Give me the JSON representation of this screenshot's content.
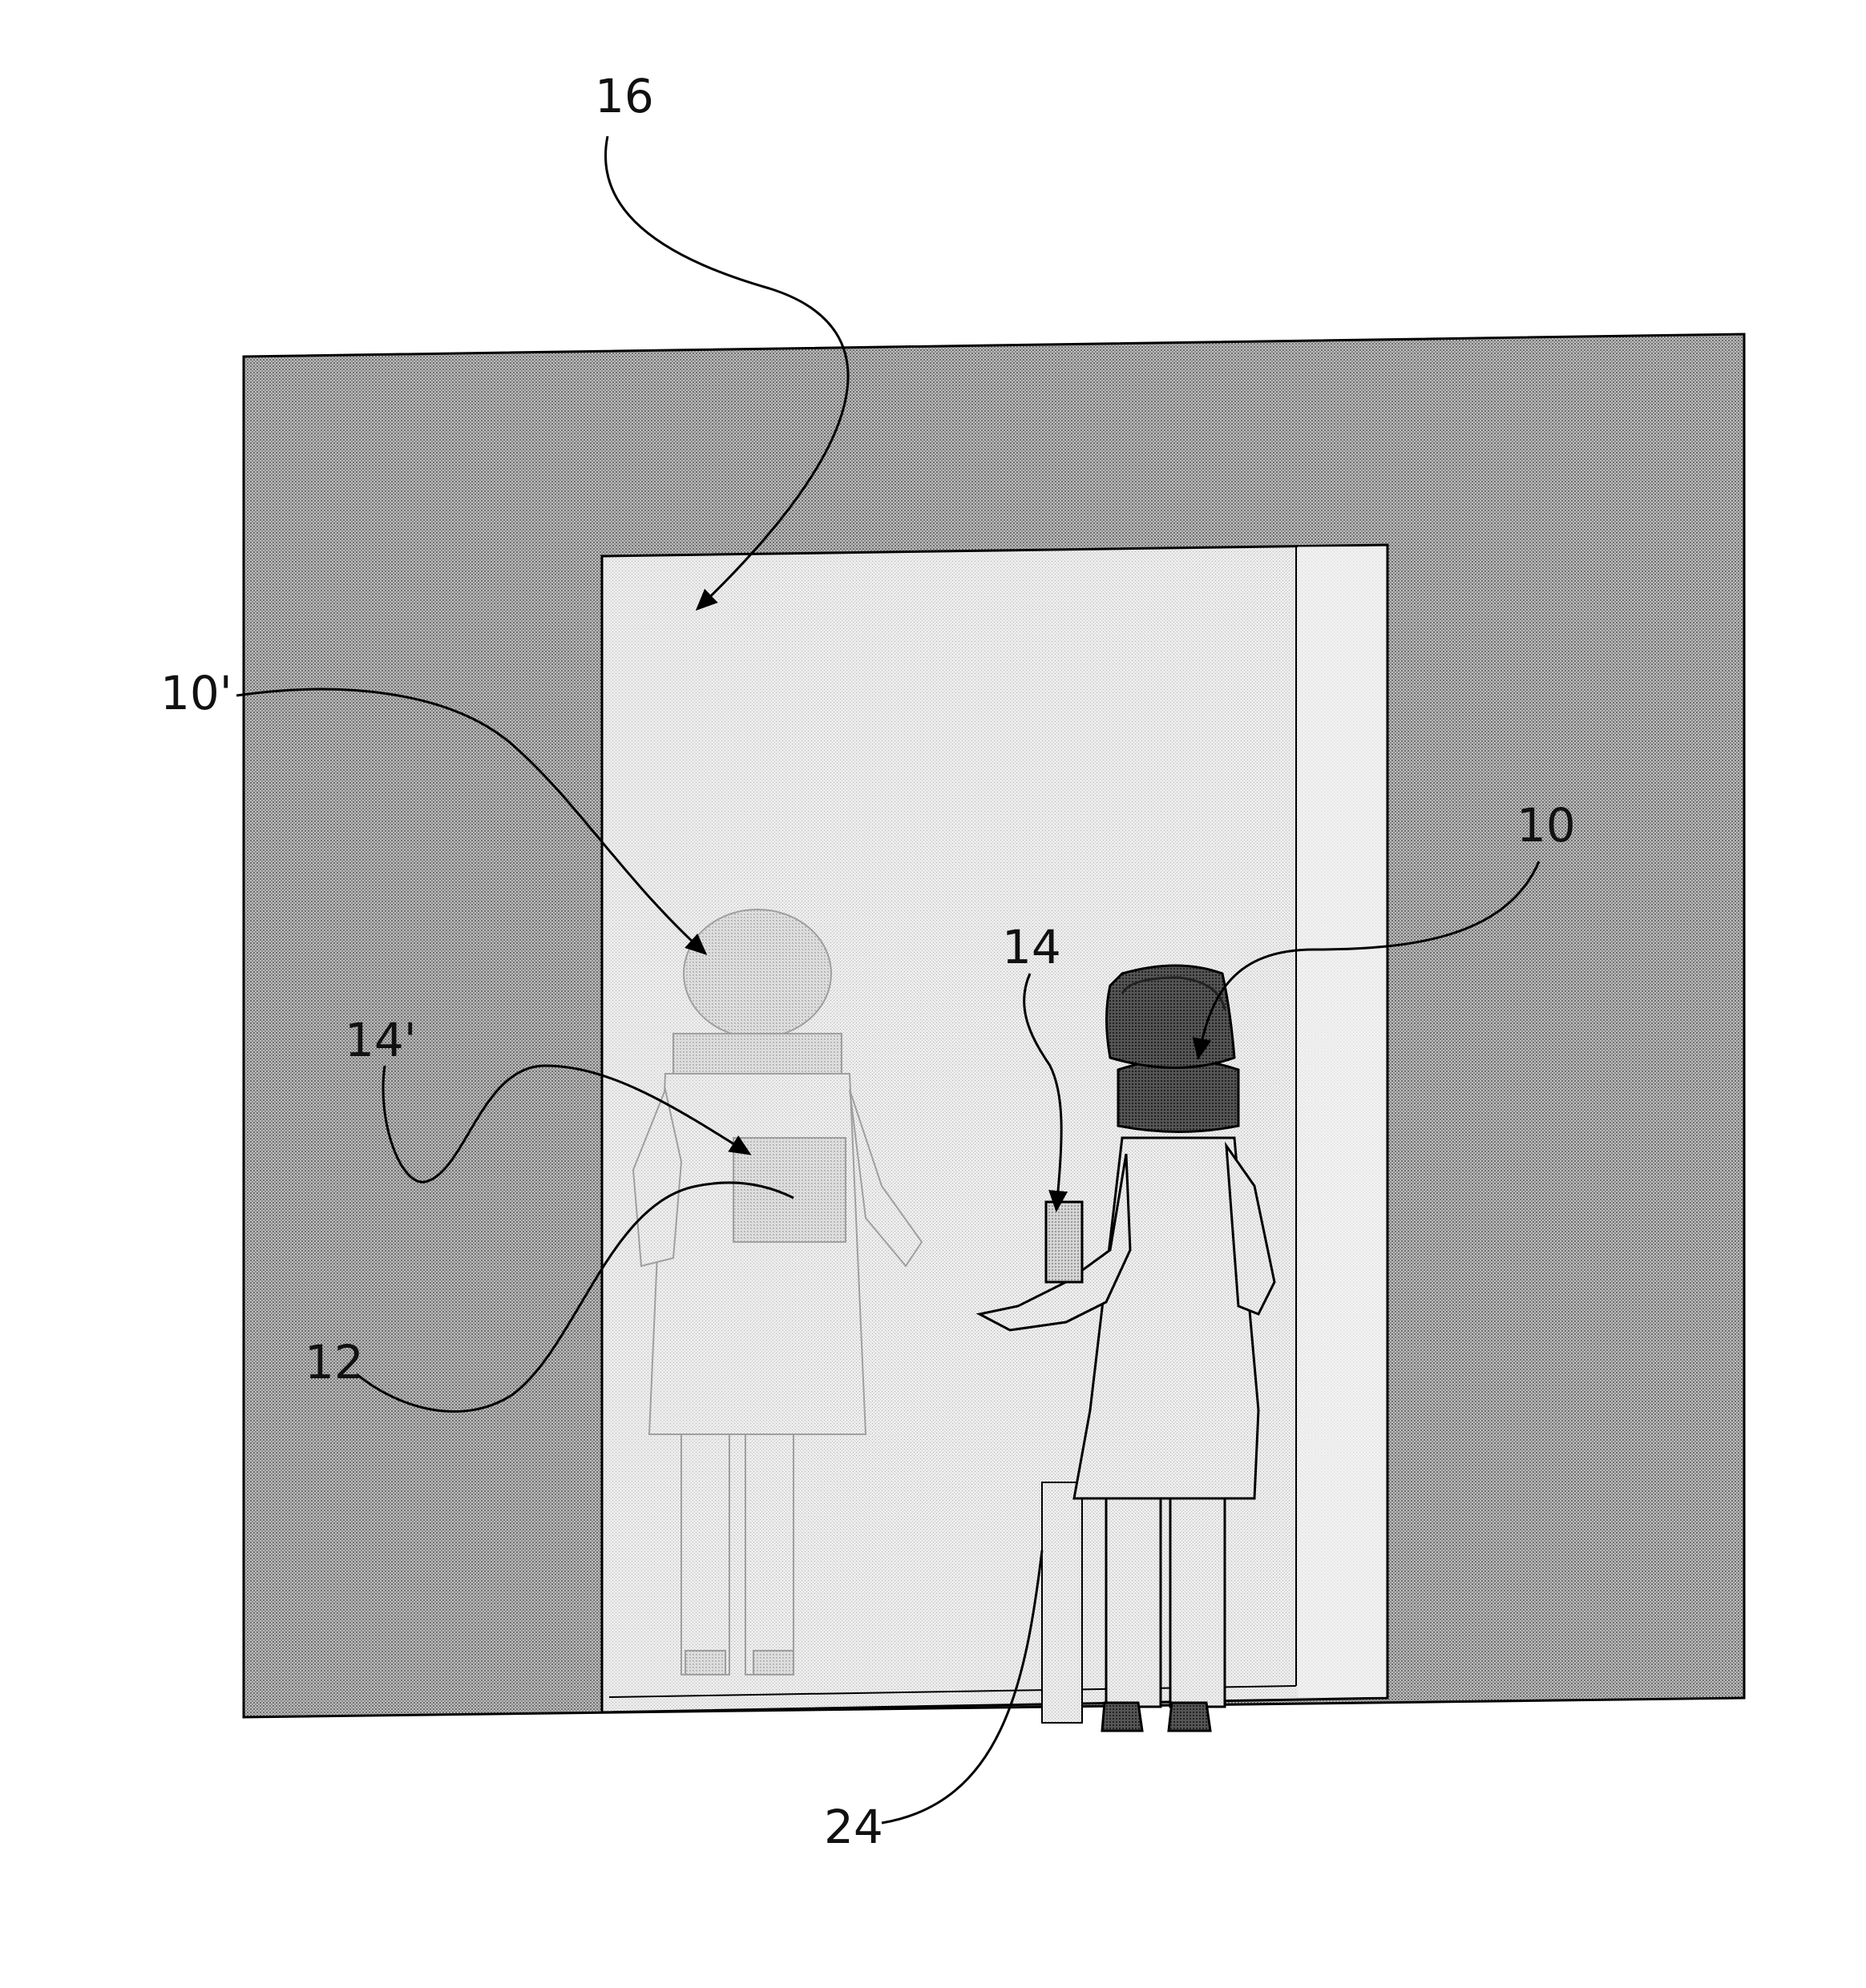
{
  "figure": {
    "labels": {
      "mirror": "16",
      "reflection_user": "10'",
      "user": "10",
      "device": "14",
      "reflection_device": "14'",
      "display": "12",
      "camera_region": "24"
    }
  }
}
